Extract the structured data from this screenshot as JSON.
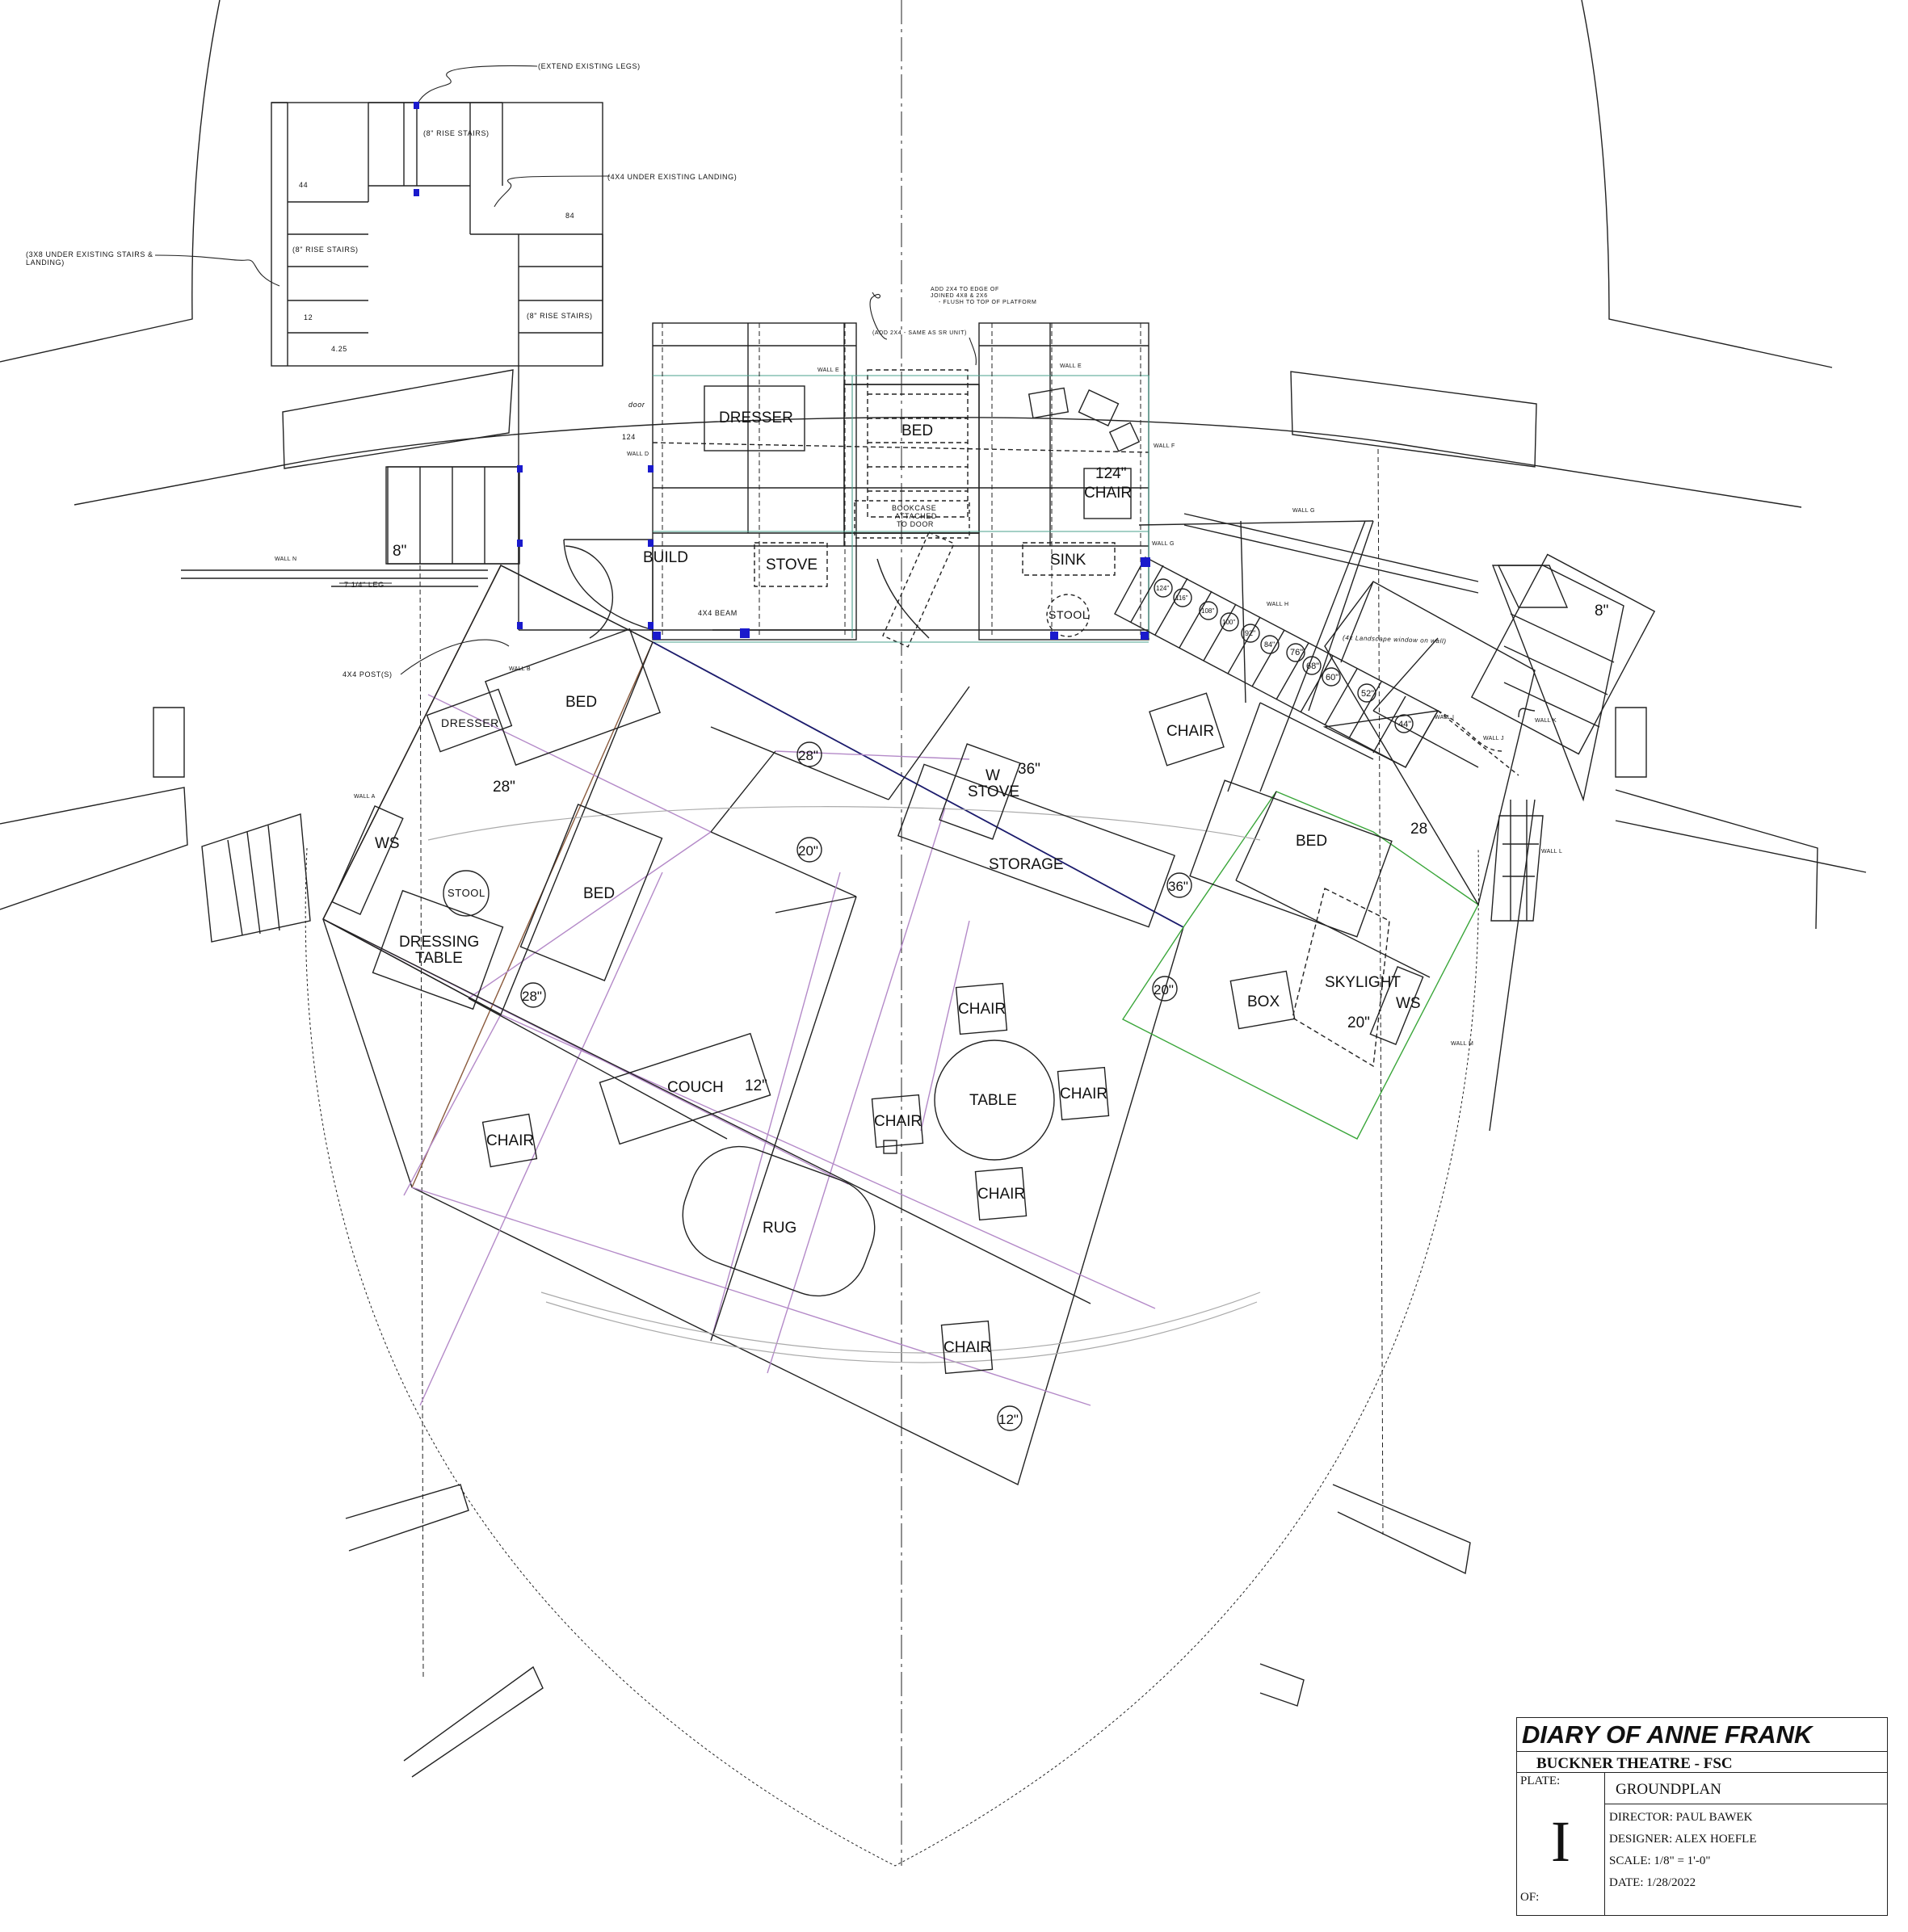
{
  "drawing": {
    "notes": {
      "extend_legs": "(EXTEND EXISTING LEGS)",
      "under_landing": "(4X4 UNDER EXISTING LANDING)",
      "under_stairs_1": "(3X8 UNDER EXISTING STAIRS &",
      "under_stairs_2": "LANDING)",
      "add_2x4_1": "ADD 2X4 TO EDGE OF",
      "add_2x4_2": "JOINED 4X8 & 2X6",
      "add_2x4_3": "- FLUSH TO TOP OF PLATFORM",
      "add_2x4_sr": "(ADD 2X4 - SAME AS SR UNIT)",
      "beam": "4X4 BEAM",
      "posts": "4X4 POST(S)",
      "leg": "7 1/4\" LEG",
      "window_note": "(4x Landscape window on wall)"
    },
    "stairs": {
      "rise_1": "(8\" RISE STAIRS)",
      "rise_2": "(8\" RISE STAIRS)",
      "rise_3": "(8\" RISE STAIRS)",
      "dim_44": "44",
      "dim_84": "84",
      "dim_12": "12",
      "dim_425": "4.25",
      "dim_124": "124"
    },
    "walls": {
      "a": "WALL A",
      "b": "WALL B",
      "d": "WALL D",
      "e1": "WALL E",
      "e2": "WALL E",
      "f": "WALL F",
      "g1": "WALL G",
      "g2": "WALL G",
      "h": "WALL H",
      "i": "WALL I",
      "j": "WALL J",
      "k": "WALL K",
      "l": "WALL L",
      "m": "WALL M",
      "n": "WALL N"
    },
    "labels": {
      "dresser_top": "DRESSER",
      "bed_top": "BED",
      "chair_124_a": "124\"",
      "chair_124_b": "CHAIR",
      "bookcase_1": "BOOKCASE",
      "bookcase_2": "ATTACHED",
      "bookcase_3": "TO DOOR",
      "door": "door",
      "build": "BUILD",
      "stove": "STOVE",
      "sink": "SINK",
      "stool_top": "STOOL",
      "h8_left": "8\"",
      "h8_right": "8\"",
      "dresser_sl": "DRESSER",
      "bed_sl": "BED",
      "h28_sl": "28\"",
      "ws_sl": "WS",
      "stool_sl": "STOOL",
      "bed_sl2": "BED",
      "dressing_1": "DRESSING",
      "dressing_2": "TABLE",
      "w_stove_1": "W",
      "w_stove_2": "STOVE",
      "h36_stove": "36\"",
      "storage": "STORAGE",
      "chair_ur": "CHAIR",
      "bed_sr": "BED",
      "h28_sr": "28",
      "box": "BOX",
      "skylight": "SKYLIGHT",
      "ws_sr": "WS",
      "h20_sr": "20\"",
      "couch": "COUCH",
      "h12_couch": "12\"",
      "chair_sl": "CHAIR",
      "rug": "RUG",
      "chair_t1": "CHAIR",
      "chair_t2": "CHAIR",
      "chair_t3": "CHAIR",
      "chair_t4": "CHAIR",
      "table": "TABLE",
      "chair_ds": "CHAIR"
    },
    "circled_heights": {
      "c28a": "28\"",
      "c20a": "20\"",
      "c36": "36\"",
      "c20b": "20\"",
      "c28b": "28\"",
      "c12": "12\"",
      "s124": "124\"",
      "s116": "116\"",
      "s108": "108\"",
      "s100": "100\"",
      "s92": "92\"",
      "s84": "84\"",
      "s76": "76\"",
      "s68": "68\"",
      "s60": "60\"",
      "s52": "52\"",
      "s44": "44\""
    }
  },
  "title_block": {
    "show_title": "DIARY OF ANNE FRANK",
    "venue": "BUCKNER THEATRE - FSC",
    "plate_label": "PLATE:",
    "plate_number": "I",
    "of_label": "OF:",
    "sheet_title": "GROUNDPLAN",
    "director": "DIRECTOR: PAUL BAWEK",
    "designer": "DESIGNER: ALEX HOEFLE",
    "scale": "SCALE: 1/8\" = 1'-0\"",
    "date": "DATE: 1/28/2022"
  },
  "colors": {
    "ink": "#222222",
    "platform_purple": "#b48ac8",
    "wall_blue": "#1c1c6e",
    "post_blue": "#1a1acc",
    "green_line": "#3aa63a",
    "teal_line": "#4aa08c",
    "brown_line": "#8a5a3c"
  }
}
